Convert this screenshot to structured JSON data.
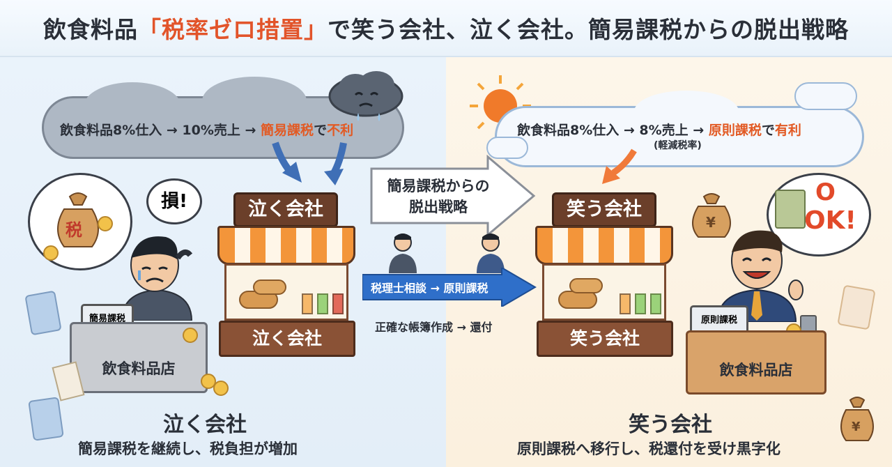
{
  "header": {
    "title_part1": "飲食料品",
    "title_highlight": "「税率ゼロ措置」",
    "title_part2": "で笑う会社、泣く会社。簡易課税からの脱出戦略"
  },
  "left": {
    "cloud_text_a": "飲食料品8%仕入 → 10%売上 → ",
    "cloud_text_b": "簡易課税",
    "cloud_text_c": "で",
    "cloud_text_d": "不利",
    "speech": "損!",
    "tax_bag": "税",
    "shop_sign": "泣く会社",
    "shop_counter": "泣く会社",
    "laptop": "簡易課税",
    "desk": "飲食料品店",
    "title": "泣く会社",
    "subtitle": "簡易課税を継続し、税負担が増加"
  },
  "center": {
    "arrow_text_1": "簡易課税からの",
    "arrow_text_2": "脱出戦略",
    "blue_arrow": "税理士相談 → 原則課税",
    "note": "正確な帳簿作成 → 還付"
  },
  "right": {
    "cloud_text_a": "飲食料品8%仕入 → 8%売上",
    "cloud_sub": "(軽減税率)",
    "cloud_text_b": "→ ",
    "cloud_text_c": "原則課税",
    "cloud_text_d": "で",
    "cloud_text_e": "有利",
    "speech_1": "O",
    "speech_2": "OK!",
    "shop_sign": "笑う会社",
    "shop_counter": "笑う会社",
    "laptop": "原則課税",
    "desk": "飲食料品店",
    "title": "笑う会社",
    "subtitle": "原則課税へ移行し、税還付を受け黒字化"
  },
  "colors": {
    "accent_orange": "#e25a24",
    "brown": "#6b3f2a",
    "blue_arrow": "#2f6fc9"
  }
}
